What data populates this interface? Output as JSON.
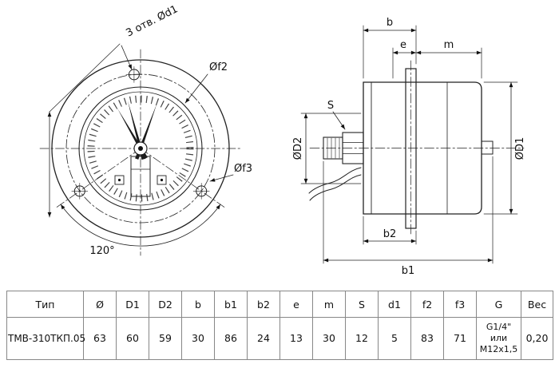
{
  "front_view": {
    "holes_label": "3 отв. Ød1",
    "f2_label": "Øf2",
    "f3_label": "Øf3",
    "angle_label": "120°"
  },
  "side_view": {
    "b_label": "b",
    "e_label": "e",
    "m_label": "m",
    "s_label": "S",
    "d2_label": "ØD2",
    "d1_label": "ØD1",
    "b2_label": "b2",
    "b1_label": "b1"
  },
  "table": {
    "headers": [
      "Тип",
      "Ø",
      "D1",
      "D2",
      "b",
      "b1",
      "b2",
      "e",
      "m",
      "S",
      "d1",
      "f2",
      "f3",
      "G",
      "Вес"
    ],
    "row": [
      "ТМВ-310ТКП.05",
      "63",
      "60",
      "59",
      "30",
      "86",
      "24",
      "13",
      "30",
      "12",
      "5",
      "83",
      "71",
      "G1/4\"\nили\nM12x1,5",
      "0,20"
    ]
  }
}
